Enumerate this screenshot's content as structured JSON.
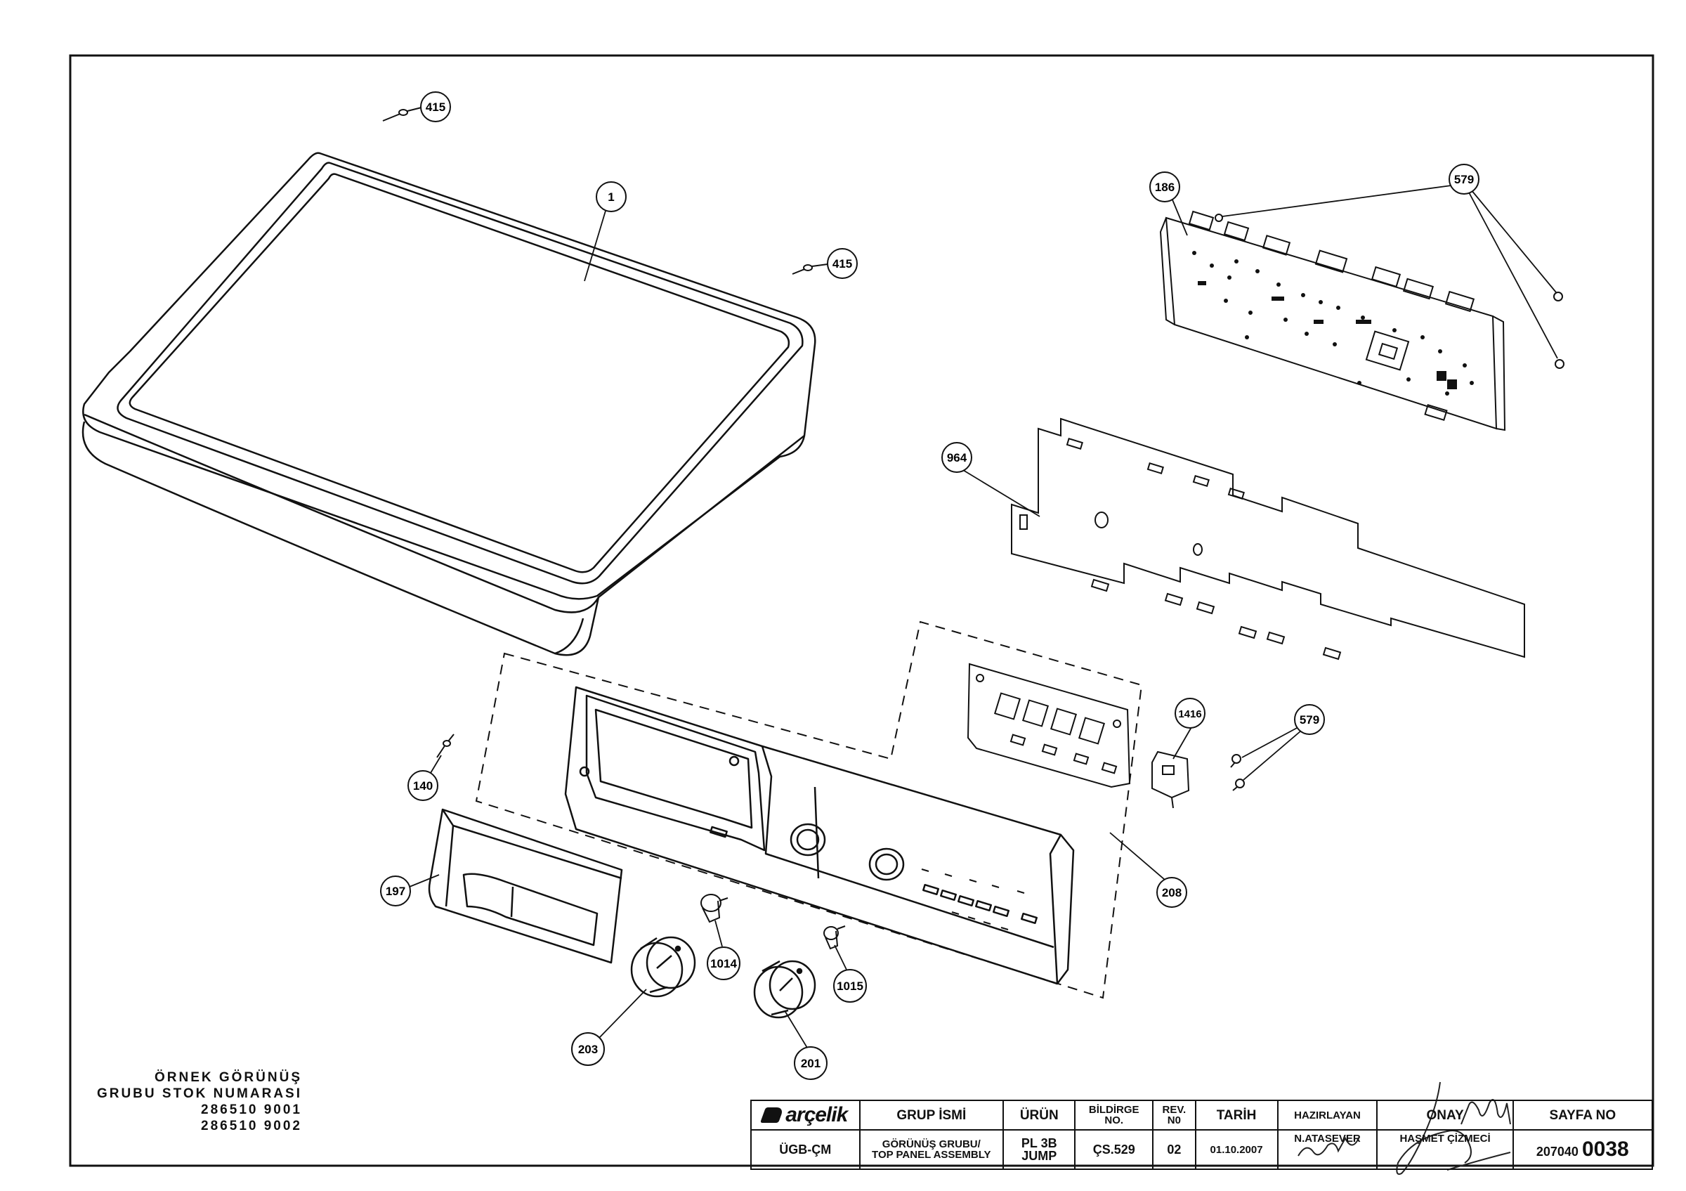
{
  "callouts": [
    {
      "id": "c-415-top",
      "label": "415"
    },
    {
      "id": "c-1",
      "label": "1"
    },
    {
      "id": "c-415-right",
      "label": "415"
    },
    {
      "id": "c-186",
      "label": "186"
    },
    {
      "id": "c-579-top",
      "label": "579"
    },
    {
      "id": "c-964",
      "label": "964"
    },
    {
      "id": "c-1416",
      "label": "1416"
    },
    {
      "id": "c-579-mid",
      "label": "579"
    },
    {
      "id": "c-140",
      "label": "140"
    },
    {
      "id": "c-197",
      "label": "197"
    },
    {
      "id": "c-208",
      "label": "208"
    },
    {
      "id": "c-1014",
      "label": "1014"
    },
    {
      "id": "c-1015",
      "label": "1015"
    },
    {
      "id": "c-203",
      "label": "203"
    },
    {
      "id": "c-201",
      "label": "201"
    }
  ],
  "sample_note": {
    "line1": "ÖRNEK GÖRÜNÜŞ",
    "line2": "GRUBU STOK NUMARASI",
    "line3": "286510 9001",
    "line4": "286510 9002"
  },
  "title_block": {
    "brand": "arçelik",
    "headers": {
      "group_name": "GRUP İSMİ",
      "product": "ÜRÜN",
      "notice_no": "BİLDİRGE NO.",
      "rev_no": "REV. N0",
      "date": "TARİH",
      "prepared_by": "HAZIRLAYAN",
      "approval": "ONAY",
      "page_no": "SAYFA NO"
    },
    "values": {
      "dept": "ÜGB-ÇM",
      "group_name_line1": "GÖRÜNÜŞ GRUBU/",
      "group_name_line2": "TOP PANEL ASSEMBLY",
      "product_line1": "PL 3B",
      "product_line2": "JUMP",
      "notice_no": "ÇS.529",
      "rev_no": "02",
      "date": "01.10.2007",
      "prepared_by": "N.ATASEVER",
      "approval": "HAŞMET ÇİZMECİ",
      "page_prefix": "207040",
      "page_number": "0038"
    }
  }
}
